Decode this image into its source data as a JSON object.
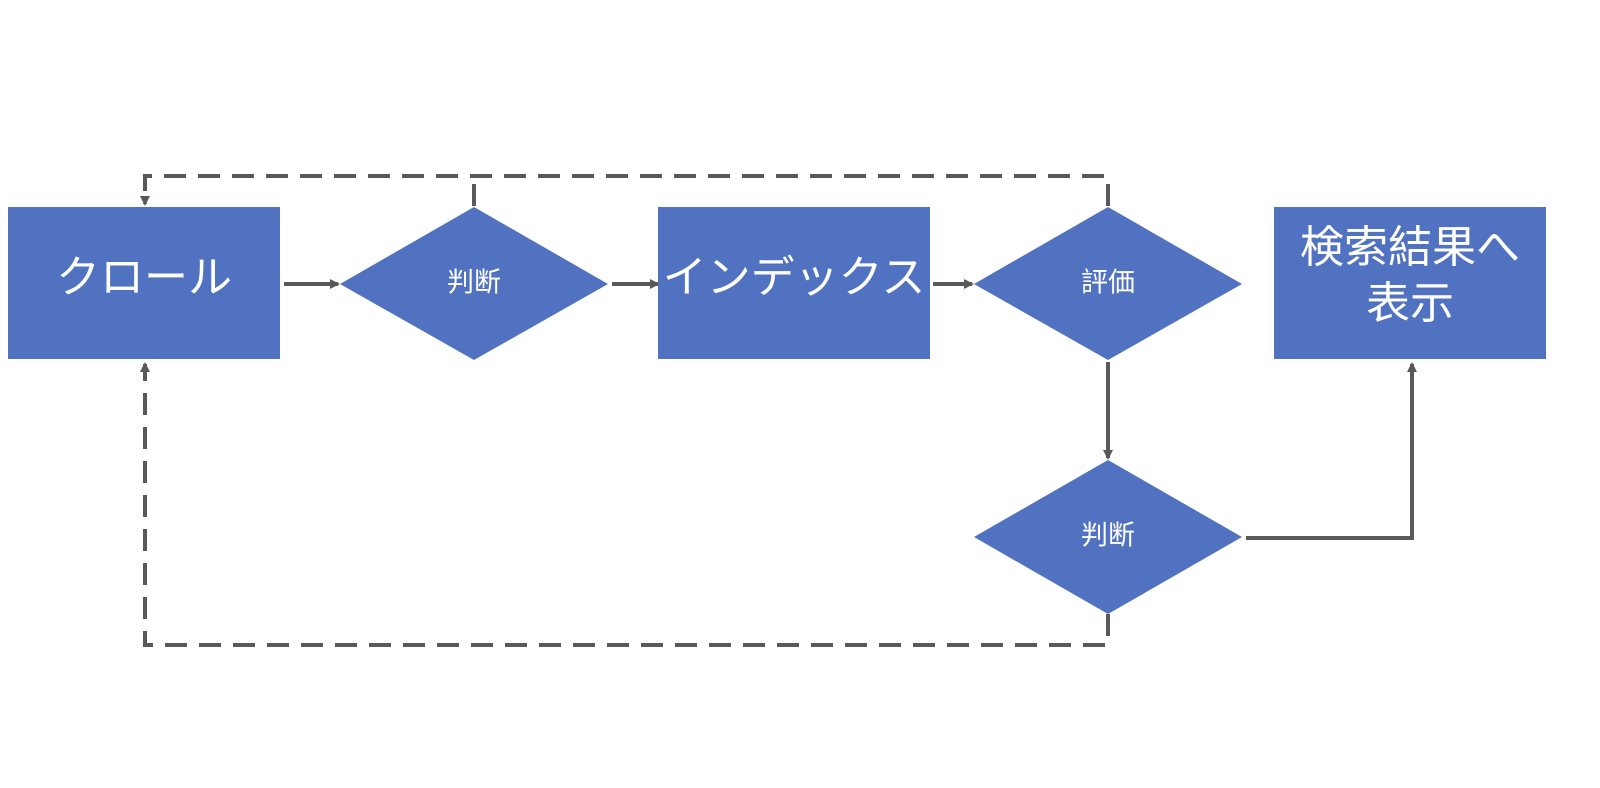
{
  "nodes": {
    "crawl": {
      "label": "クロール"
    },
    "judge1": {
      "label": "判断"
    },
    "index": {
      "label": "インデックス"
    },
    "evaluate": {
      "label": "評価"
    },
    "result": {
      "label_line1": "検索結果へ",
      "label_line2": "表示"
    },
    "judge2": {
      "label": "判断"
    }
  },
  "colors": {
    "node_fill": "#5072c0",
    "node_text": "#ffffff",
    "edge": "#595959"
  }
}
